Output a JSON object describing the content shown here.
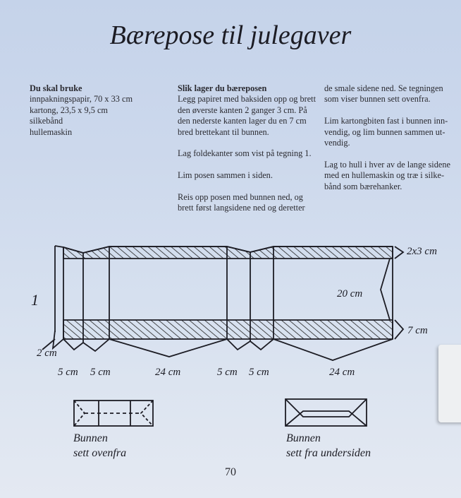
{
  "title": "Bærepose til julegaver",
  "materials": {
    "heading": "Du skal bruke",
    "items": [
      "innpakningspapir, 70 x 33 cm",
      "kartong, 23,5 x 9,5 cm",
      "silkebånd",
      "hullemaskin"
    ]
  },
  "instructions": {
    "heading": "Slik lager du bæreposen",
    "paragraphs": [
      "Legg papiret med baksiden opp og brett den øverste kanten 2 ganger 3 cm. På den nederste kanten lager du en 7 cm bred brettekant til bunnen.",
      "Lag foldekanter som vist på tegning 1.",
      "Lim posen sammen i siden.",
      "Reis opp posen med bunnen ned, og brett først langsidene ned og deretter",
      "de smale sidene ned. Se tegningen som viser bunnen sett ovenfra.",
      "Lim kartongbiten fast i bunnen inn-vendig, og lim bunnen sammen ut-vendig.",
      "Lag to hull i hver av de lange sidene med en hullemaskin og træ i silke-bånd som bærehanker."
    ]
  },
  "diagram": {
    "number": "1",
    "labels": {
      "top_fold": "2x3 cm",
      "height": "20 cm",
      "bottom_fold": "7 cm",
      "overlap": "2 cm",
      "widths": [
        "5 cm",
        "5 cm",
        "24 cm",
        "5 cm",
        "5 cm",
        "24 cm"
      ]
    },
    "captions": {
      "top_view": [
        "Bunnen",
        "sett ovenfra"
      ],
      "under_view": [
        "Bunnen",
        "sett fra undersiden"
      ]
    }
  },
  "page_number": "70"
}
